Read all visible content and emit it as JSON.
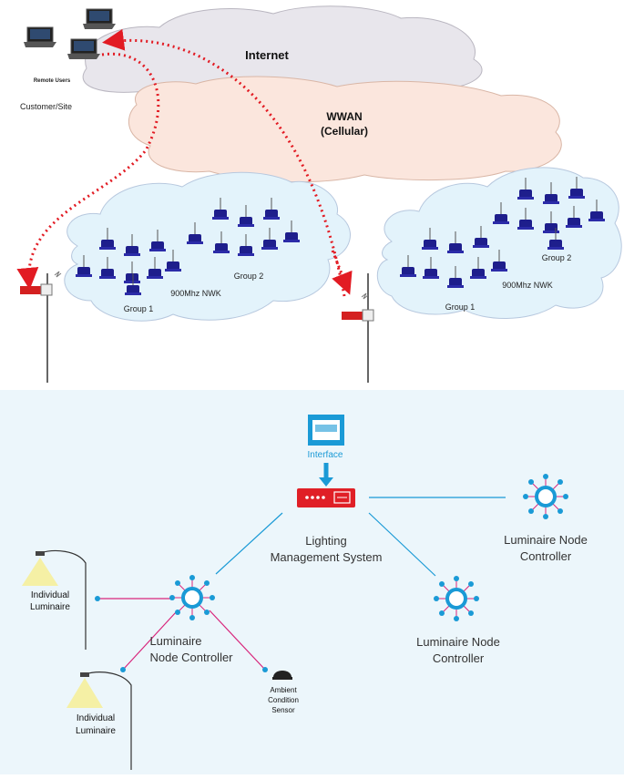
{
  "top_network": {
    "internet_label": "Internet",
    "wwan_label": "WWAN",
    "wwan_sub_label": "(Cellular)",
    "remote_users_label": "Remote Users",
    "customer_site_label": "Customer/Site",
    "left_cluster": {
      "group1_label": "Group 1",
      "group2_label": "Group 2",
      "network_label": "900Mhz NWK"
    },
    "right_cluster": {
      "group1_label": "Group 1",
      "group2_label": "Group 2",
      "network_label": "900Mhz NWK"
    },
    "colors": {
      "cloud_gray": "#e8e6ec",
      "cloud_peach": "#fbe6dd",
      "cloud_blue": "#e3f3fb",
      "node_blue": "#1e1e8c",
      "link_red": "#e21b23"
    }
  },
  "lighting_system": {
    "interface_label": "Interface",
    "lms_label_line1": "Lighting",
    "lms_label_line2": "Management System",
    "controller_top_right": {
      "line1": "Luminaire Node",
      "line2": "Controller"
    },
    "controller_bottom_right": {
      "line1": "Luminaire Node",
      "line2": "Controller"
    },
    "controller_left": {
      "line1": "Luminaire",
      "line2": "Node Controller"
    },
    "luminaire_1": {
      "line1": "Individual",
      "line2": "Luminaire"
    },
    "luminaire_2": {
      "line1": "Individual",
      "line2": "Luminaire"
    },
    "sensor": {
      "line1": "Ambient",
      "line2": "Condition",
      "line3": "Sensor"
    },
    "colors": {
      "background": "#ecf6fb",
      "accent_blue": "#1a9ad6",
      "spoke_pink": "#d8257b",
      "router_red": "#e01f26"
    }
  }
}
